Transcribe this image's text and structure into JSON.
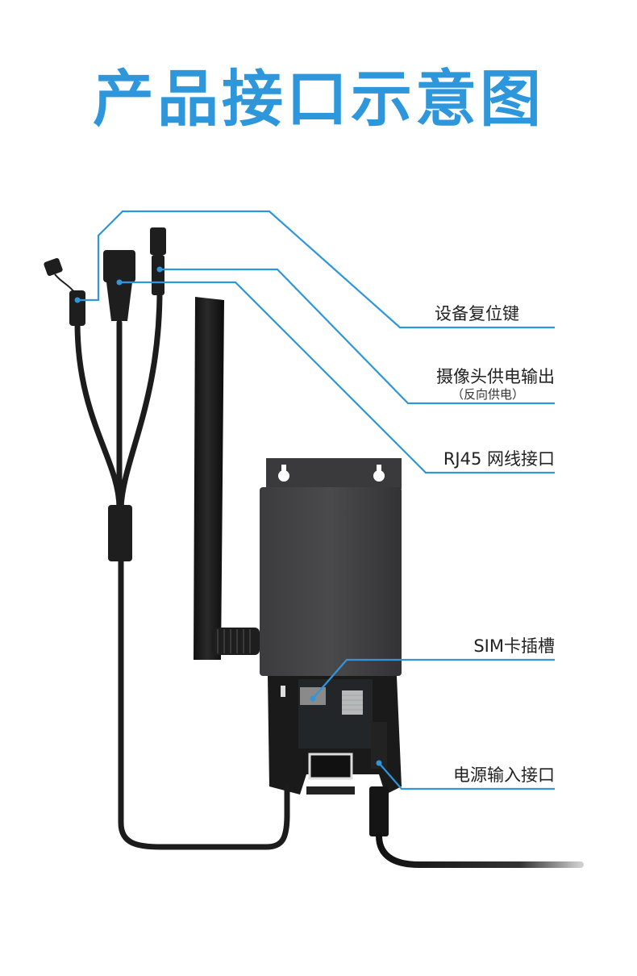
{
  "page": {
    "title": "产品接口示意图",
    "accent_color": "#2e97dc"
  },
  "callouts": [
    {
      "id": "reset",
      "label": "设备复位键",
      "sub": ""
    },
    {
      "id": "camera_power",
      "label": "摄像头供电输出",
      "sub": "（反向供电）"
    },
    {
      "id": "rj45",
      "label": "RJ45 网线接口",
      "sub": ""
    },
    {
      "id": "sim",
      "label": "SIM卡插槽",
      "sub": ""
    },
    {
      "id": "power_in",
      "label": "电源输入接口",
      "sub": ""
    }
  ],
  "parts": {
    "antenna": "antenna",
    "device": "router-enclosure",
    "cable_harness": "split-cable"
  }
}
